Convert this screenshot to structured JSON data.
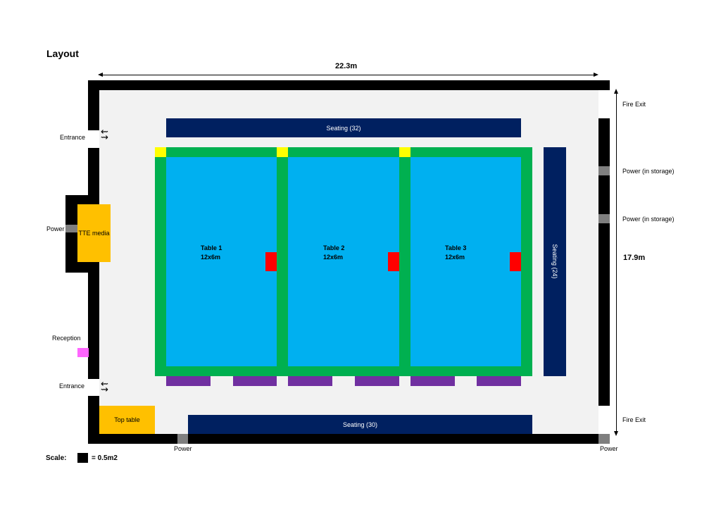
{
  "title": "Layout",
  "width_label": "22.3m",
  "height_label": "17.9m",
  "labels": {
    "entrance_top": "Entrance",
    "entrance_bottom": "Entrance",
    "power_left": "Power",
    "reception": "Reception",
    "fire_exit_top": "Fire Exit",
    "fire_exit_bottom": "Fire Exit",
    "power_storage_1": "Power (in storage)",
    "power_storage_2": "Power (in storage)",
    "power_bottom": "Power",
    "power_bottom_right": "Power"
  },
  "blocks": {
    "tte_media": "TTE media",
    "top_table": "Top table",
    "seating_top": "Seating (32)",
    "seating_bottom": "Seating (30)",
    "seating_right": "Seating (24)"
  },
  "tables": [
    {
      "name": "Table 1",
      "size": "12x6m"
    },
    {
      "name": "Table 2",
      "size": "12x6m"
    },
    {
      "name": "Table 3",
      "size": "12x6m"
    }
  ],
  "scale": {
    "label": "Scale:",
    "value": "= 0.5m2"
  },
  "colors": {
    "wall": "#000000",
    "floor": "#f2f2f2",
    "seating": "#002060",
    "table": "#00b0f0",
    "frame": "#00b050",
    "power": "#7f7f7f"
  }
}
